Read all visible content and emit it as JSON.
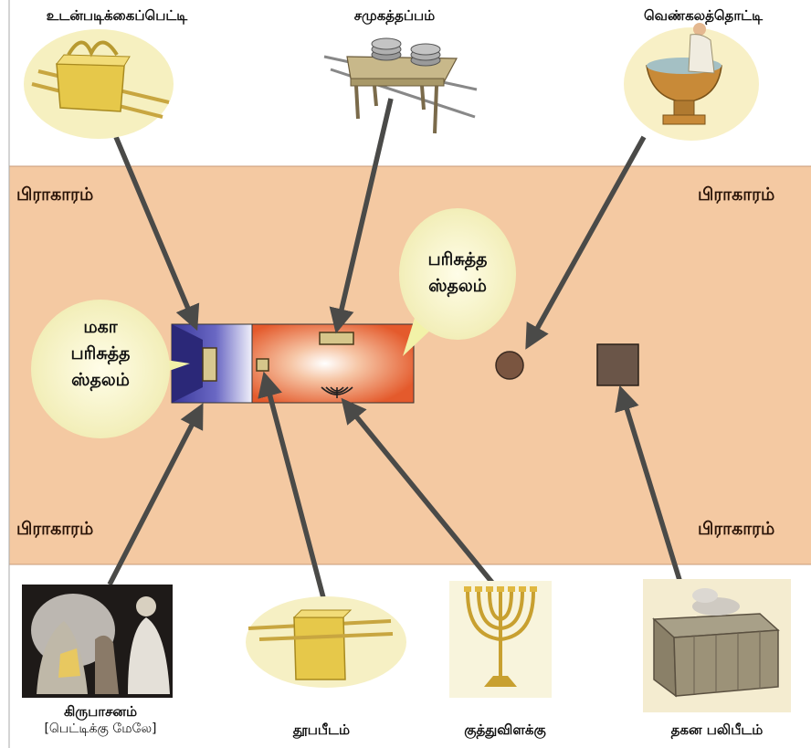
{
  "top_items": [
    {
      "label": "உடன்படிக்கைப்பெட்டி",
      "icon": "ark-of-covenant-icon"
    },
    {
      "label": "சமுகத்தப்பம்",
      "icon": "showbread-table-icon"
    },
    {
      "label": "வெண்கலத்தொட்டி",
      "icon": "bronze-laver-icon"
    }
  ],
  "bottom_items": [
    {
      "label": "கிருபாசனம்",
      "sublabel": "[பெட்டிக்கு மேலே]",
      "icon": "mercy-seat-icon"
    },
    {
      "label": "தூபபீடம்",
      "icon": "incense-altar-icon"
    },
    {
      "label": "குத்துவிளக்கு",
      "icon": "lampstand-icon"
    },
    {
      "label": "தகன பலிபீடம்",
      "icon": "burnt-offering-altar-icon"
    }
  ],
  "courtyard_label": "பிராகாரம்",
  "holy_of_holies": {
    "lines": [
      "மகா",
      "பரிசுத்த",
      "ஸ்தலம்"
    ]
  },
  "holy_place": {
    "lines": [
      "பரிசுத்த",
      "ஸ்தலம்"
    ]
  },
  "colors": {
    "courtyard": "#f4c9a2",
    "holy_of_holies": "#3d3a9a",
    "holy_place": "#e8663a",
    "bubble": "#f2f2a8",
    "arrow": "#4a4a48",
    "laver": "#7a5540",
    "altar": "#6a5548"
  }
}
